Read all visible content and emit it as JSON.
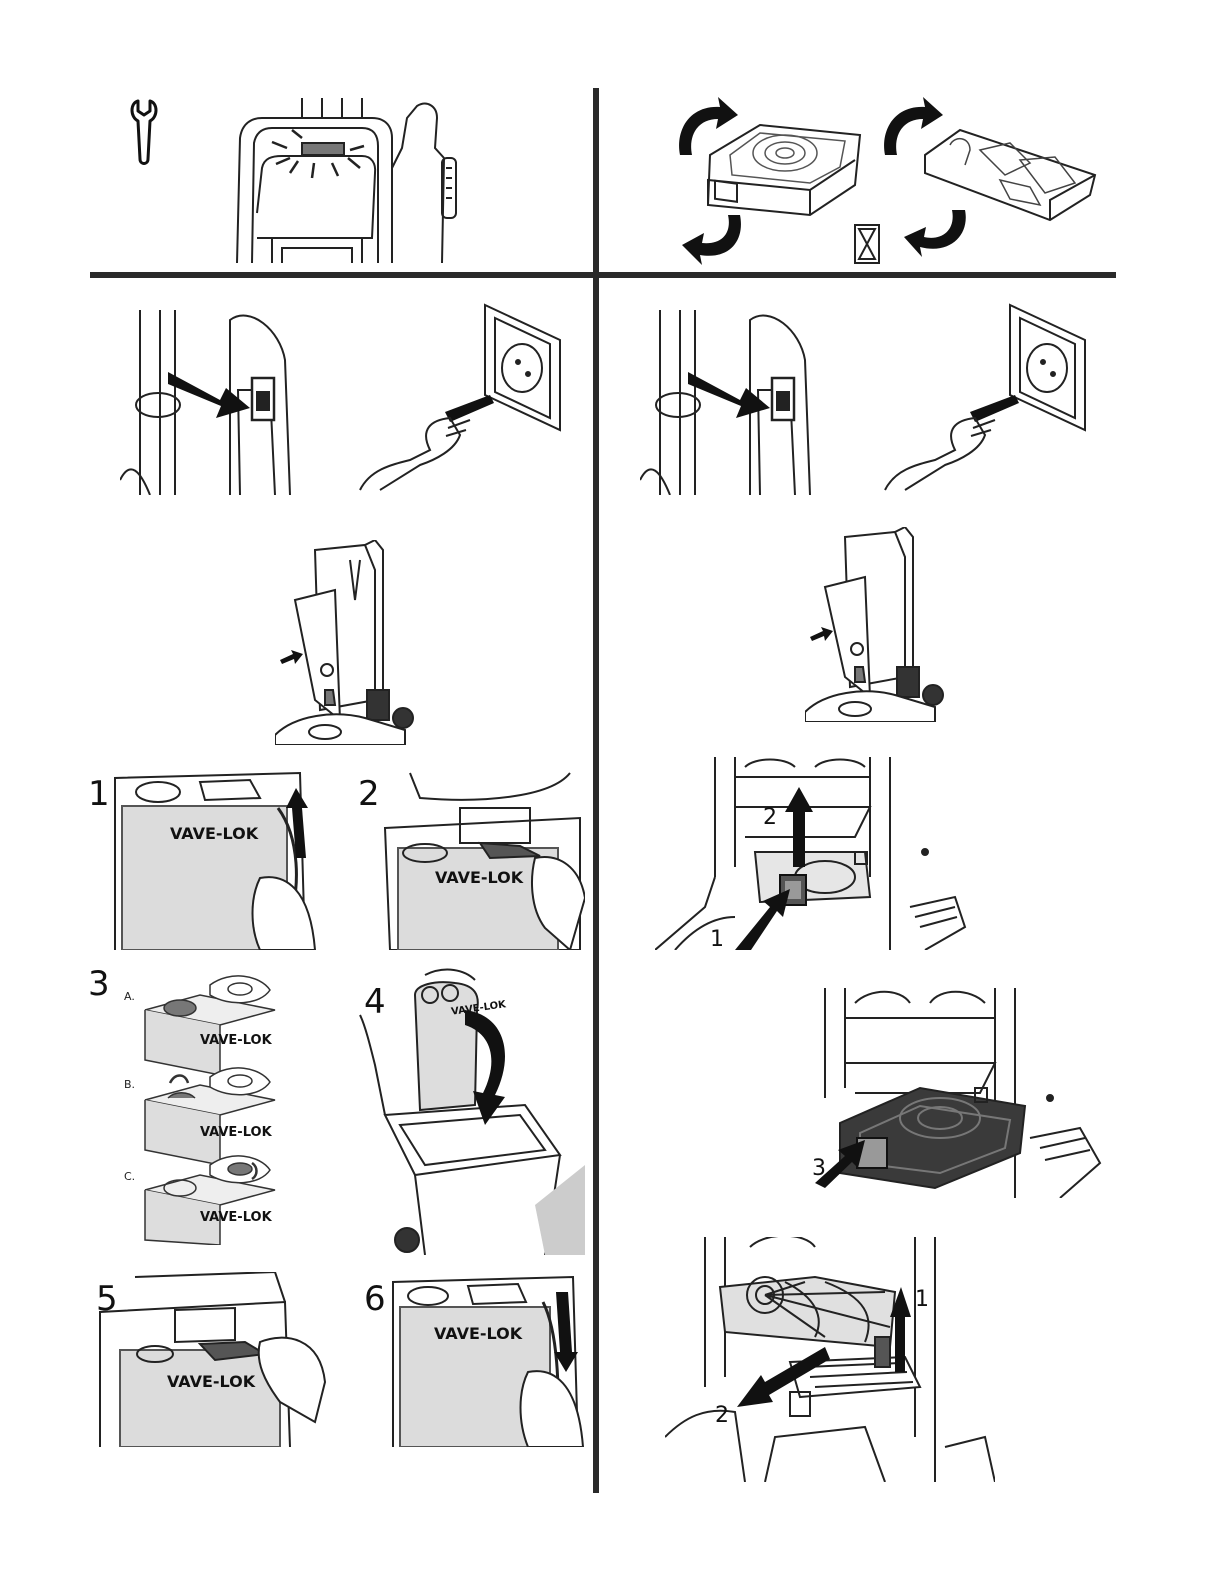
{
  "left_column": {
    "bag_steps": [
      {
        "number": "1",
        "brand": "VAVE-LOK"
      },
      {
        "number": "2",
        "brand": "VAVE-LOK"
      },
      {
        "number": "3",
        "brand": "VAVE-LOK",
        "substeps": [
          "A.",
          "B.",
          "C."
        ]
      },
      {
        "number": "4",
        "brand": "VAVE-LOK"
      },
      {
        "number": "5",
        "brand": "VAVE-LOK"
      },
      {
        "number": "6",
        "brand": "VAVE-LOK"
      }
    ]
  },
  "right_column": {
    "filter_callouts": {
      "remove_panel": [
        "1",
        "2"
      ],
      "slide_out": [
        "3"
      ],
      "lift_out": [
        "1",
        "2"
      ]
    }
  },
  "icons": [
    "wrench-icon",
    "hourglass-icon",
    "rotate-arrows-icon",
    "push-arrow-icon"
  ],
  "colors": {
    "line": "#222222",
    "rule": "#2a2a2a",
    "dots": "#8a8a8a",
    "filter_dark": "#3a3a3a"
  }
}
